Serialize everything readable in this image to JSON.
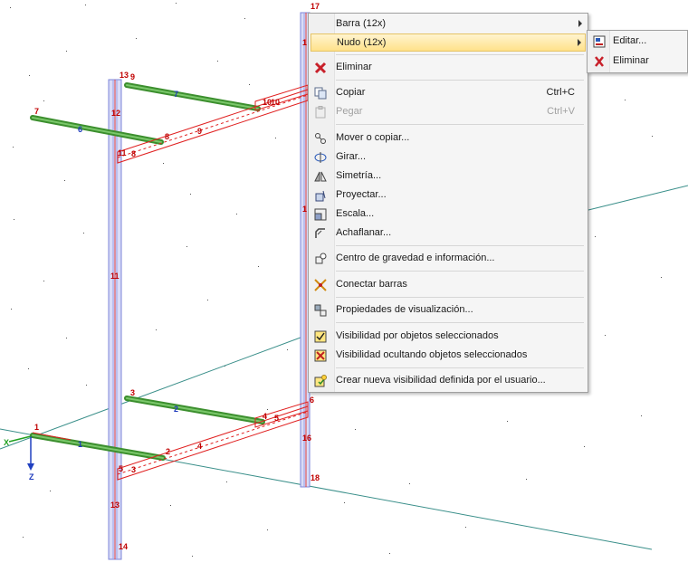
{
  "menu": {
    "items": [
      {
        "label": "Barra (12x)",
        "submenu": true,
        "icon": "none"
      },
      {
        "label": "Nudo (12x)",
        "submenu": true,
        "highlighted": true,
        "icon": "none"
      },
      {
        "label": "Eliminar",
        "icon": "delete-icon"
      },
      {
        "label": "Copiar",
        "shortcut": "Ctrl+C",
        "icon": "copy-icon"
      },
      {
        "label": "Pegar",
        "shortcut": "Ctrl+V",
        "disabled": true,
        "icon": "paste-icon"
      },
      {
        "label": "Mover o copiar...",
        "icon": "move-icon"
      },
      {
        "label": "Girar...",
        "icon": "rotate-icon"
      },
      {
        "label": "Simetría...",
        "icon": "mirror-icon"
      },
      {
        "label": "Proyectar...",
        "icon": "project-icon"
      },
      {
        "label": "Escala...",
        "icon": "scale-icon"
      },
      {
        "label": "Achaflanar...",
        "icon": "chamfer-icon"
      },
      {
        "label": "Centro de gravedad e información...",
        "icon": "center-of-gravity-icon"
      },
      {
        "label": "Conectar barras",
        "icon": "connect-members-icon"
      },
      {
        "label": "Propiedades de visualización...",
        "icon": "display-properties-icon"
      },
      {
        "label": "Visibilidad por objetos seleccionados",
        "icon": "visibility-selected-icon"
      },
      {
        "label": "Visibilidad ocultando objetos seleccionados",
        "icon": "visibility-hide-icon"
      },
      {
        "label": "Crear nueva visibilidad definida por el usuario...",
        "icon": "new-visibility-icon"
      }
    ]
  },
  "submenu": {
    "items": [
      {
        "label": "Editar...",
        "icon": "edit-icon"
      },
      {
        "label": "Eliminar",
        "icon": "delete-icon"
      }
    ]
  },
  "model": {
    "axis_label_z": "Z",
    "axis_label_x": "X",
    "node_numbers": [
      "1",
      "2",
      "3",
      "4",
      "5",
      "6",
      "7",
      "8",
      "9",
      "10",
      "11",
      "12",
      "13",
      "14",
      "16",
      "17",
      "18"
    ],
    "member_numbers": [
      "1",
      "2",
      "3",
      "4",
      "5",
      "6",
      "7",
      "8",
      "9",
      "10",
      "11",
      "12",
      "13",
      "14",
      "16"
    ],
    "colors": {
      "node_label": "#c00000",
      "member_label": "#1f3bbd",
      "green_member": "#3c8f2e",
      "selected": "#e02020",
      "column": "#8a92e0"
    }
  }
}
